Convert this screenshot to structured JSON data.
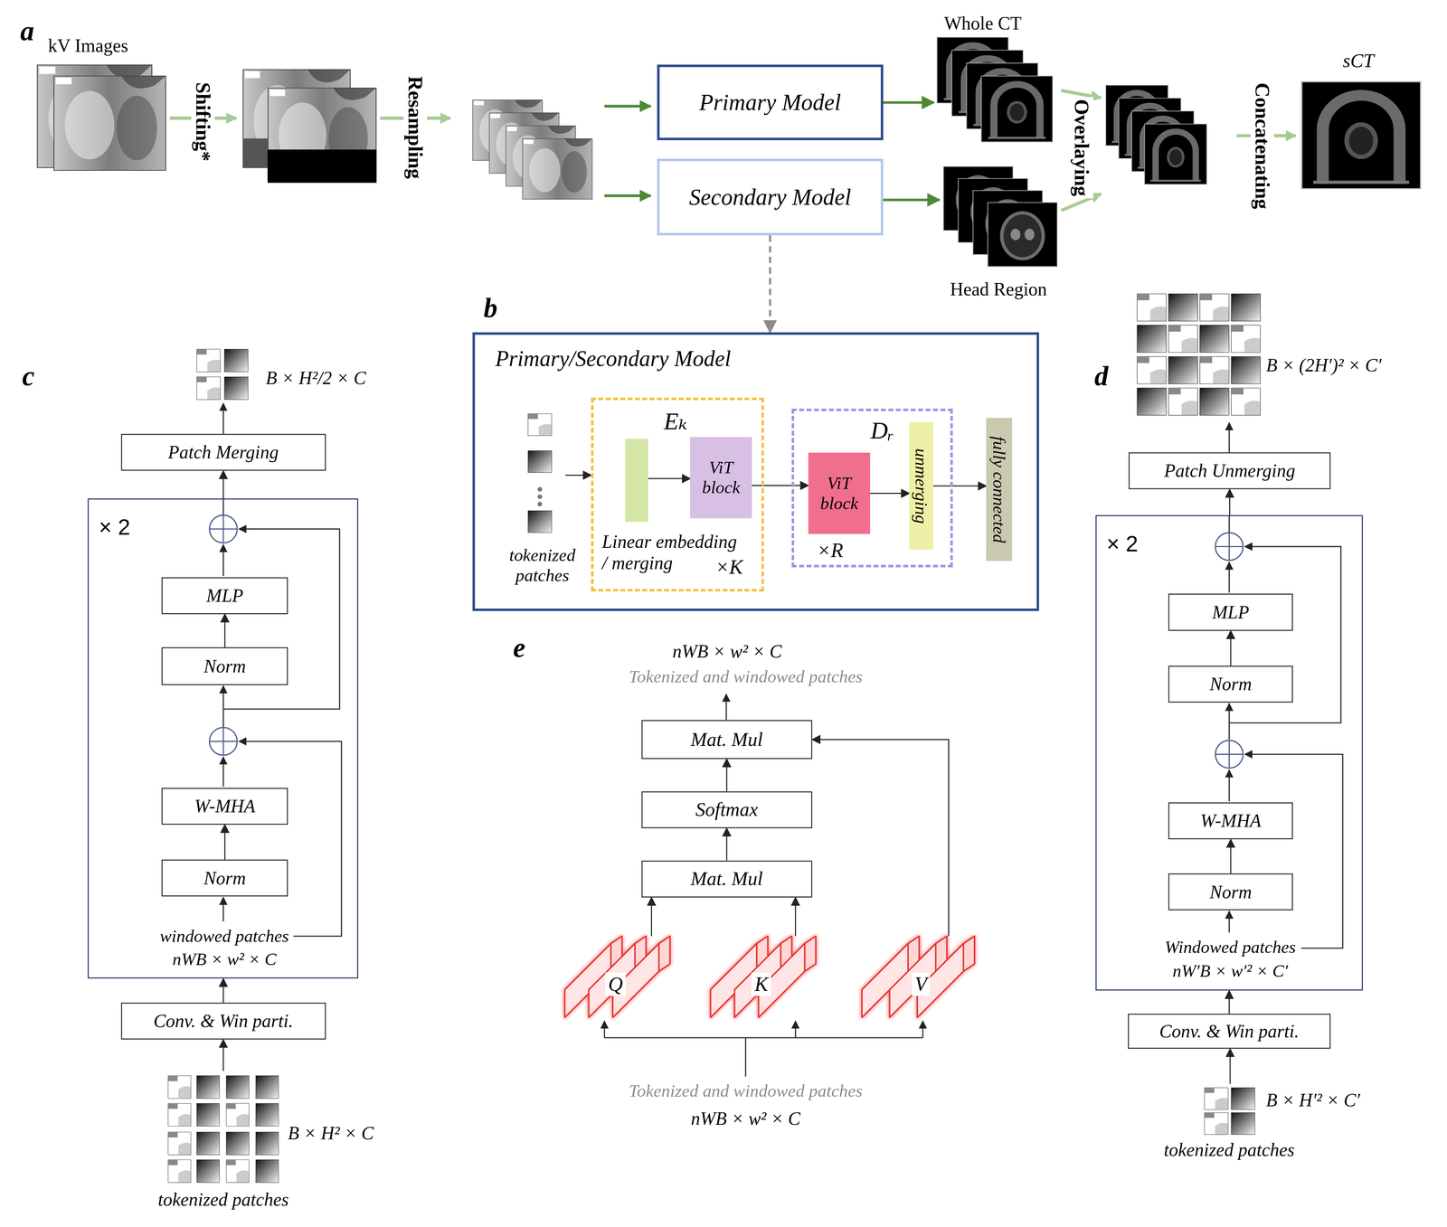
{
  "diagram": {
    "nodes": [
      {
        "text": [
          "kV Images"
        ]
      },
      {
        "text": [
          "Primary Model"
        ]
      },
      {
        "text": [
          "Secondary Model"
        ]
      },
      {
        "text": [
          "Whole CT"
        ]
      },
      {
        "text": [
          "Head Region"
        ]
      },
      {
        "text": [
          "sCT"
        ]
      },
      {
        "text": [
          "Primary/Secondary Model"
        ]
      },
      {
        "text": [
          "tokenized patches"
        ],
        "in": 6
      },
      {
        "text": [
          "Eₖ",
          "×K"
        ],
        "in": 6
      },
      {
        "text": [
          "Linear embedding / merging"
        ],
        "in": 8
      },
      {
        "text": [
          "ViT block"
        ],
        "in": 8
      },
      {
        "text": [
          "Dᵣ",
          "×R"
        ],
        "in": 6
      },
      {
        "text": [
          "ViT block"
        ],
        "in": 11
      },
      {
        "text": [
          "unmerging"
        ],
        "in": 11
      },
      {
        "text": [
          "fully connected"
        ],
        "in": 6
      },
      {
        "text": [
          "Patch Merging"
        ]
      },
      {
        "text": [
          "× 2",
          "windowed patches",
          "nWB × w² × C"
        ]
      },
      {
        "text": [
          "MLP"
        ],
        "in": 16
      },
      {
        "text": [
          "Norm"
        ],
        "in": 16
      },
      {
        "text": [
          "W-MHA"
        ],
        "in": 16
      },
      {
        "text": [
          "Norm"
        ],
        "in": 16
      },
      {
        "text": [
          "Conv. & Win parti."
        ]
      },
      {
        "text": [
          "tokenized patches"
        ]
      },
      {
        "text": [
          "Patch Unmerging"
        ]
      },
      {
        "text": [
          "× 2",
          "Windowed patches",
          "nW′B × w′² × C′"
        ]
      },
      {
        "text": [
          "MLP"
        ],
        "in": 24
      },
      {
        "text": [
          "Norm"
        ],
        "in": 24
      },
      {
        "text": [
          "W-MHA"
        ],
        "in": 24
      },
      {
        "text": [
          "Norm"
        ],
        "in": 24
      },
      {
        "text": [
          "Conv. & Win parti."
        ]
      },
      {
        "text": [
          "tokenized patches"
        ]
      },
      {
        "text": [
          "Mat. Mul"
        ]
      },
      {
        "text": [
          "Softmax"
        ]
      },
      {
        "text": [
          "Mat. Mul"
        ]
      },
      {
        "text": [
          "Q"
        ]
      },
      {
        "text": [
          "K"
        ]
      },
      {
        "text": [
          "V"
        ]
      }
    ],
    "edges": [
      {
        "from": 1,
        "to": 3,
        "arrow": "to"
      },
      {
        "from": 2,
        "to": 4,
        "arrow": "to"
      },
      {
        "from": 2,
        "to": 6,
        "arrow": "to"
      },
      {
        "from": 7,
        "to": 8,
        "arrow": "to"
      },
      {
        "from": 9,
        "to": 10,
        "arrow": "to"
      },
      {
        "from": 10,
        "to": 12,
        "arrow": "to"
      },
      {
        "from": 12,
        "to": 13,
        "arrow": "to"
      },
      {
        "from": 13,
        "to": 14,
        "arrow": "to"
      },
      {
        "from": 22,
        "to": 21,
        "arrow": "to"
      },
      {
        "from": 21,
        "to": 16,
        "arrow": "to"
      },
      {
        "from": 20,
        "to": 19,
        "arrow": "to"
      },
      {
        "from": 18,
        "to": 17,
        "arrow": "to"
      },
      {
        "from": 16,
        "to": 15,
        "arrow": "to"
      },
      {
        "from": 30,
        "to": 29,
        "arrow": "to"
      },
      {
        "from": 29,
        "to": 24,
        "arrow": "to"
      },
      {
        "from": 28,
        "to": 27,
        "arrow": "to"
      },
      {
        "from": 26,
        "to": 25,
        "arrow": "to"
      },
      {
        "from": 24,
        "to": 23,
        "arrow": "to"
      },
      {
        "from": 33,
        "to": 32,
        "arrow": "to"
      },
      {
        "from": 32,
        "to": 31,
        "arrow": "to"
      },
      {
        "from": 34,
        "to": 33,
        "arrow": "to"
      },
      {
        "from": 35,
        "to": 33,
        "arrow": "to"
      },
      {
        "from": 36,
        "to": 31,
        "arrow": "to"
      }
    ],
    "labels": [
      "a",
      "Shifting*",
      "Resampling",
      "Overlaying",
      "Concatenating",
      "b",
      "c",
      "B × H²/2 × C",
      "B × H² × C",
      "d",
      "B × (2H′)² × C′",
      "B × H′² × C′",
      "e",
      "nWB × w² × C",
      "Tokenized and windowed patches",
      "Tokenized and windowed patches",
      "nWB × w² × C"
    ]
  }
}
